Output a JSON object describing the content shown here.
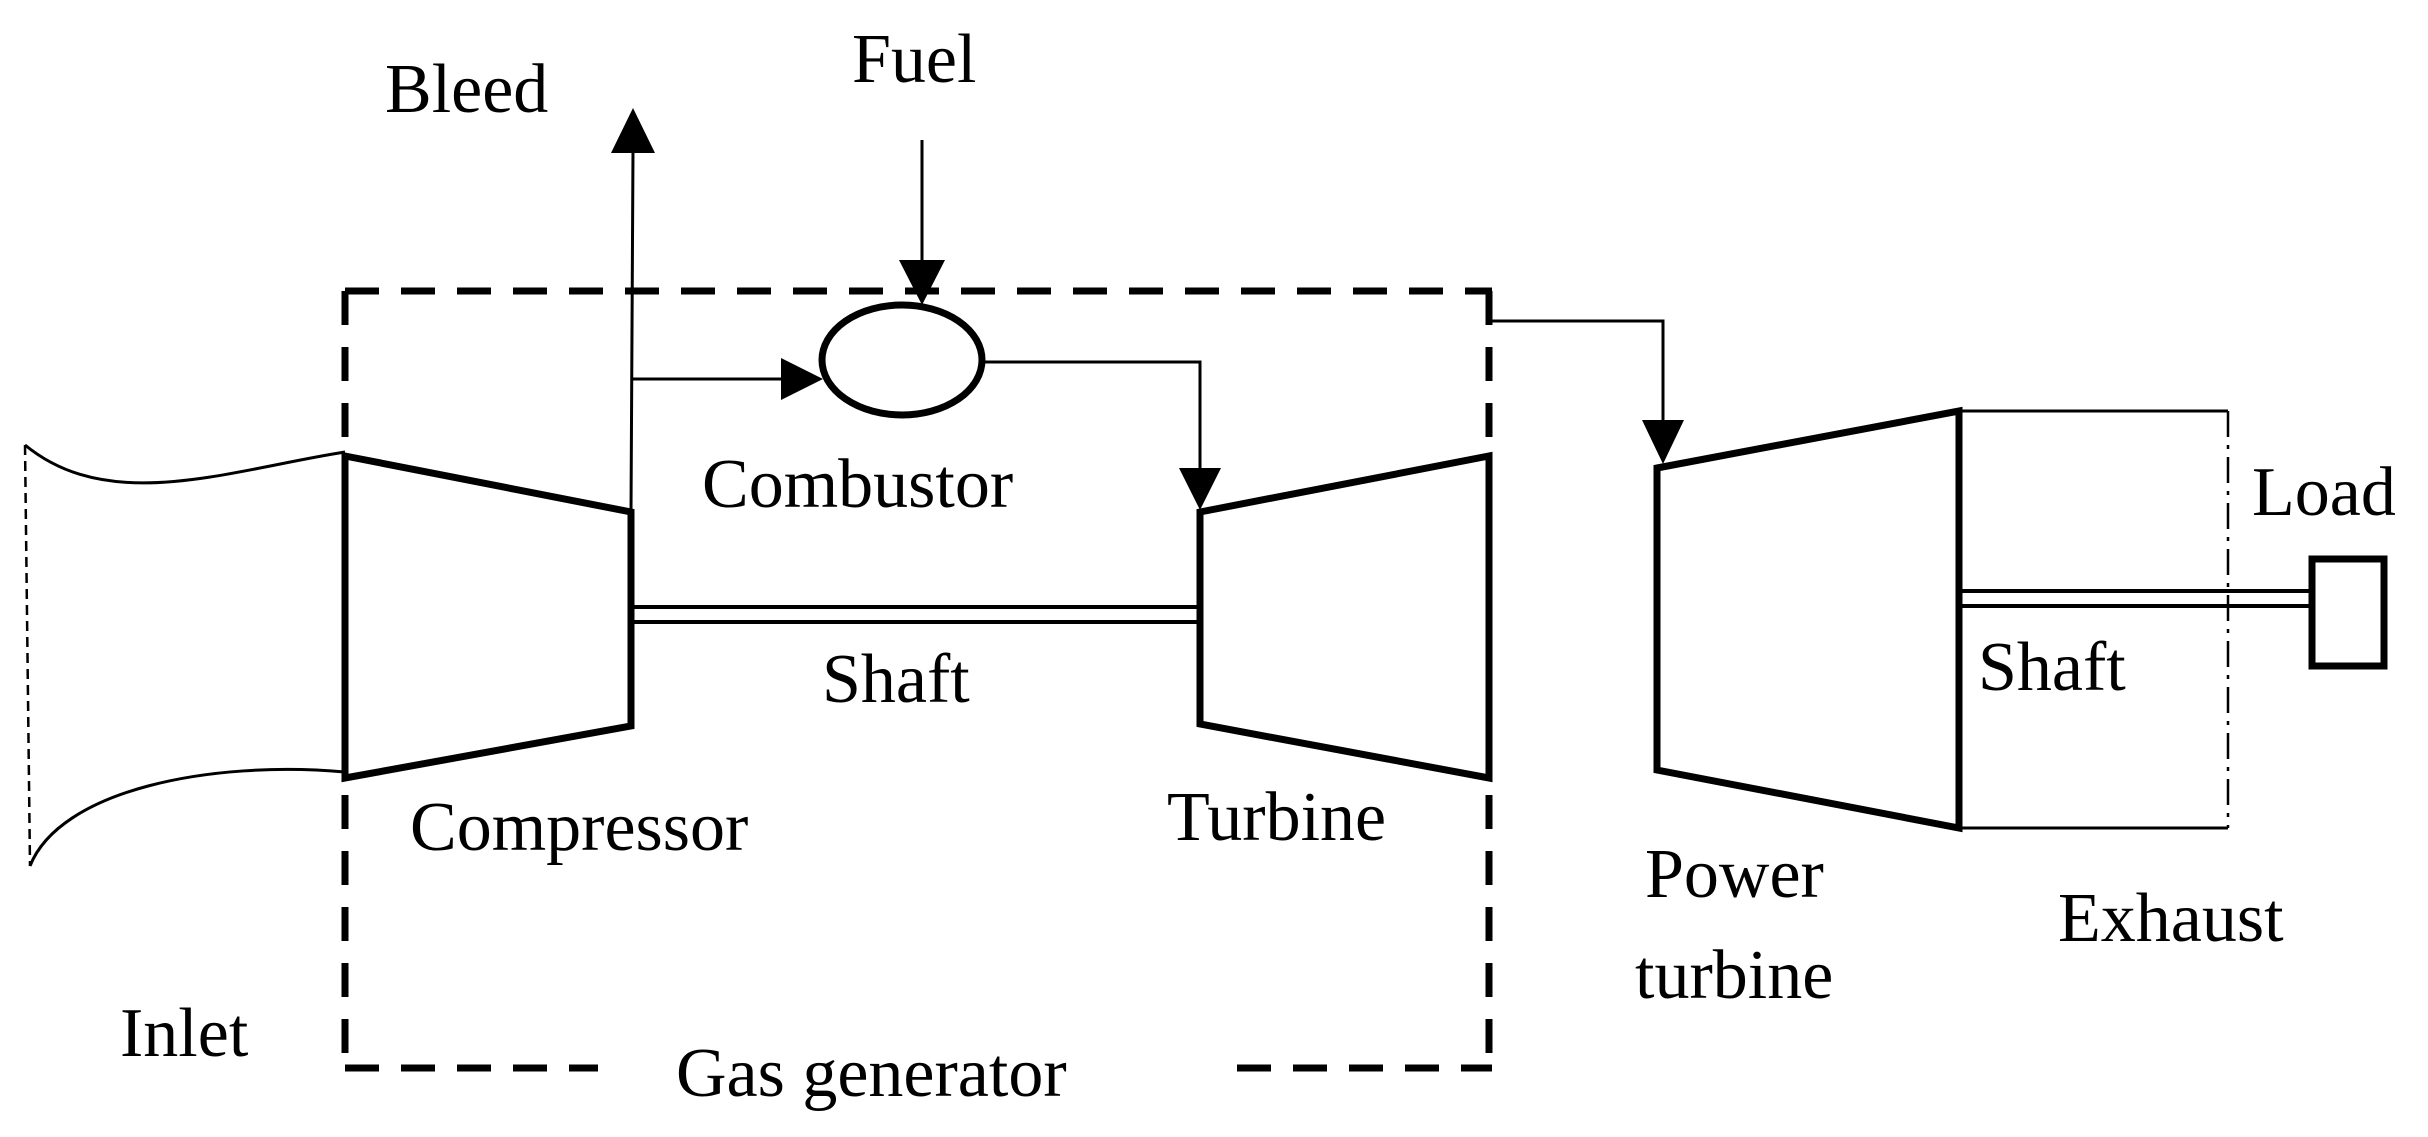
{
  "labels": {
    "bleed": "Bleed",
    "fuel": "Fuel",
    "combustor": "Combustor",
    "shaft_gas_generator": "Shaft",
    "compressor": "Compressor",
    "turbine": "Turbine",
    "inlet": "Inlet",
    "gas_generator": "Gas generator",
    "power": "Power",
    "turbine_power": "turbine",
    "exhaust": "Exhaust",
    "shaft_power": "Shaft",
    "load": "Load"
  }
}
